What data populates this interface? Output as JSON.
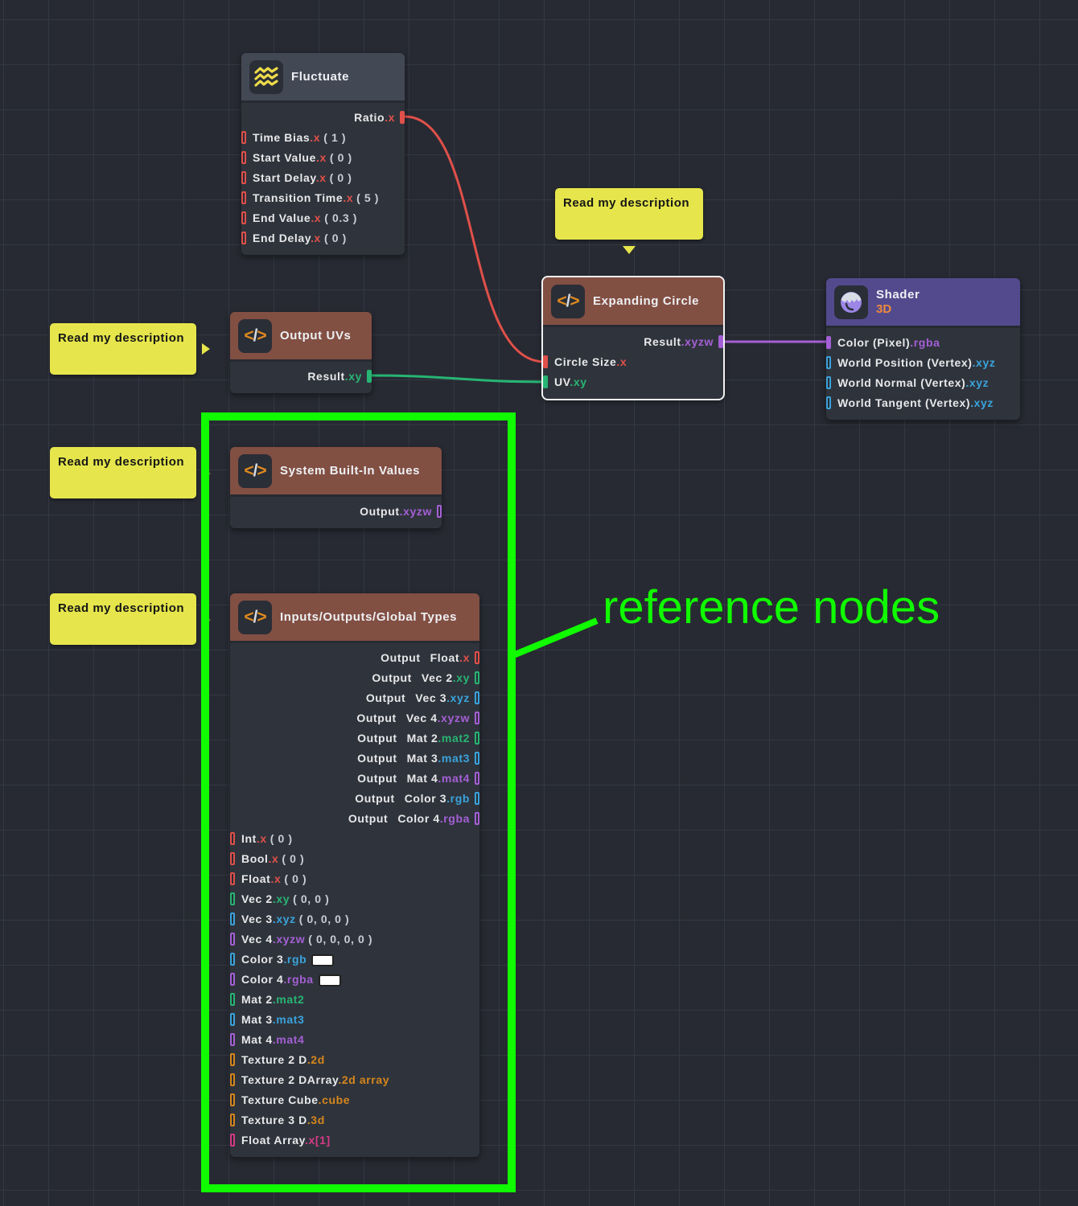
{
  "colors": {
    "float": "#e0504a",
    "vec2": "#27b573",
    "vec3": "#3aa3dc",
    "vec4": "#a55fd6",
    "texture": "#d6861c",
    "array": "#d53a86",
    "note_bg": "#e6e64c",
    "annotation": "#10fb00",
    "header_brown": "#824f43",
    "header_purple": "#534a8e"
  },
  "nodes": {
    "fluctuate": {
      "icon": "waves-icon",
      "title": "Fluctuate",
      "outputs": [
        {
          "label": "Ratio",
          "suffix": ".x",
          "type": "float"
        }
      ],
      "inputs": [
        {
          "label": "Time Bias",
          "suffix": ".x",
          "value": "( 1 )",
          "type": "float"
        },
        {
          "label": "Start Value",
          "suffix": ".x",
          "value": "( 0 )",
          "type": "float"
        },
        {
          "label": "Start Delay",
          "suffix": ".x",
          "value": "( 0 )",
          "type": "float"
        },
        {
          "label": "Transition Time",
          "suffix": ".x",
          "value": "( 5 )",
          "type": "float"
        },
        {
          "label": "End Value",
          "suffix": ".x",
          "value": "( 0.3 )",
          "type": "float"
        },
        {
          "label": "End Delay",
          "suffix": ".x",
          "value": "( 0 )",
          "type": "float"
        }
      ]
    },
    "output_uvs": {
      "icon": "code-icon",
      "title": "Output UVs",
      "outputs": [
        {
          "label": "Result",
          "suffix": ".xy",
          "type": "vec2"
        }
      ]
    },
    "expanding_circle": {
      "icon": "code-icon",
      "title": "Expanding Circle",
      "outputs": [
        {
          "label": "Result",
          "suffix": ".xyzw",
          "type": "vec4"
        }
      ],
      "inputs": [
        {
          "label": "Circle Size",
          "suffix": ".x",
          "type": "float"
        },
        {
          "label": "UV",
          "suffix": ".xy",
          "type": "vec2"
        }
      ]
    },
    "shader": {
      "icon": "shader-3d-icon",
      "title": "Shader",
      "subtitle": "3D",
      "inputs": [
        {
          "label": "Color (Pixel)",
          "suffix": ".rgba",
          "type": "vec4"
        },
        {
          "label": "World Position (Vertex)",
          "suffix": ".xyz",
          "type": "vec3"
        },
        {
          "label": "World Normal (Vertex)",
          "suffix": ".xyz",
          "type": "vec3"
        },
        {
          "label": "World Tangent (Vertex)",
          "suffix": ".xyz",
          "type": "vec3"
        }
      ]
    },
    "system_builtin": {
      "icon": "code-icon",
      "title": "System Built-In Values",
      "outputs": [
        {
          "label": "Output",
          "suffix": ".xyzw",
          "type": "vec4"
        }
      ]
    },
    "io_global": {
      "icon": "code-icon",
      "title": "Inputs/Outputs/Global Types",
      "outputs": [
        {
          "prefix": "Output",
          "label": "Float",
          "suffix": ".x",
          "type": "float"
        },
        {
          "prefix": "Output",
          "label": "Vec 2",
          "suffix": ".xy",
          "type": "vec2"
        },
        {
          "prefix": "Output",
          "label": "Vec 3",
          "suffix": ".xyz",
          "type": "vec3"
        },
        {
          "prefix": "Output",
          "label": "Vec 4",
          "suffix": ".xyzw",
          "type": "vec4"
        },
        {
          "prefix": "Output",
          "label": "Mat 2",
          "suffix": ".mat2",
          "type": "vec2"
        },
        {
          "prefix": "Output",
          "label": "Mat 3",
          "suffix": ".mat3",
          "type": "vec3"
        },
        {
          "prefix": "Output",
          "label": "Mat 4",
          "suffix": ".mat4",
          "type": "vec4"
        },
        {
          "prefix": "Output",
          "label": "Color 3",
          "suffix": ".rgb",
          "type": "vec3"
        },
        {
          "prefix": "Output",
          "label": "Color 4",
          "suffix": ".rgba",
          "type": "vec4"
        }
      ],
      "inputs": [
        {
          "label": "Int",
          "suffix": ".x",
          "value": "( 0 )",
          "type": "float"
        },
        {
          "label": "Bool",
          "suffix": ".x",
          "value": "( 0 )",
          "type": "float"
        },
        {
          "label": "Float",
          "suffix": ".x",
          "value": "( 0 )",
          "type": "float"
        },
        {
          "label": "Vec 2",
          "suffix": ".xy",
          "value": "( 0, 0 )",
          "type": "vec2"
        },
        {
          "label": "Vec 3",
          "suffix": ".xyz",
          "value": "( 0, 0, 0 )",
          "type": "vec3"
        },
        {
          "label": "Vec 4",
          "suffix": ".xyzw",
          "value": "( 0, 0, 0, 0 )",
          "type": "vec4"
        },
        {
          "label": "Color 3",
          "suffix": ".rgb",
          "swatch": "#ffffff",
          "type": "vec3"
        },
        {
          "label": "Color 4",
          "suffix": ".rgba",
          "swatch": "#ffffff",
          "type": "vec4"
        },
        {
          "label": "Mat 2",
          "suffix": ".mat2",
          "type": "vec2"
        },
        {
          "label": "Mat 3",
          "suffix": ".mat3",
          "type": "vec3"
        },
        {
          "label": "Mat 4",
          "suffix": ".mat4",
          "type": "vec4"
        },
        {
          "label": "Texture 2 D",
          "suffix": ".2d",
          "type": "texture"
        },
        {
          "label": "Texture 2 DArray",
          "suffix": ".2d array",
          "type": "texture"
        },
        {
          "label": "Texture Cube",
          "suffix": ".cube",
          "type": "texture"
        },
        {
          "label": "Texture 3 D",
          "suffix": ".3d",
          "type": "texture"
        },
        {
          "label": "Float Array",
          "suffix": ".x[1]",
          "type": "array"
        }
      ]
    }
  },
  "notes": [
    {
      "id": "note-expanding-circle",
      "text": "Read my description"
    },
    {
      "id": "note-output-uvs",
      "text": "Read my description"
    },
    {
      "id": "note-system-builtin",
      "text": "Read my description"
    },
    {
      "id": "note-io-global",
      "text": "Read my description"
    }
  ],
  "connections": [
    {
      "from": "fluctuate.Ratio",
      "to": "expanding_circle.Circle Size",
      "type": "float"
    },
    {
      "from": "output_uvs.Result",
      "to": "expanding_circle.UV",
      "type": "vec2"
    },
    {
      "from": "expanding_circle.Result",
      "to": "shader.Color (Pixel)",
      "type": "vec4"
    }
  ],
  "annotation": {
    "text": "reference nodes"
  }
}
